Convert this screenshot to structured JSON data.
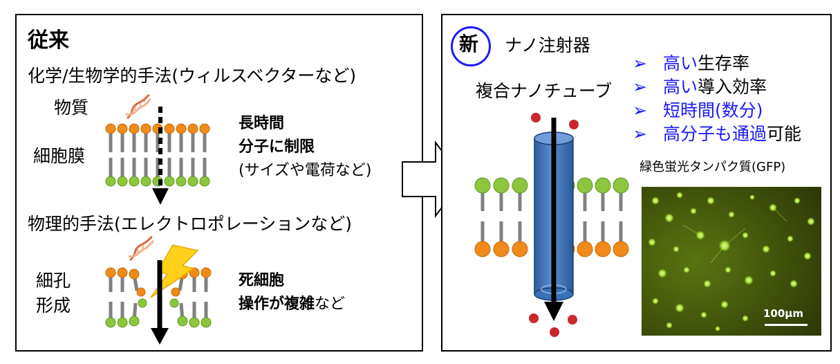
{
  "left": {
    "title": "従来",
    "chemical_method": "化学/生物学的手法(ウィルスベクターなど)",
    "substance_label": "物質",
    "membrane_label": "細胞膜",
    "chem_notes": {
      "line1": "長時間",
      "line2_bold": "分子に制限",
      "line3": "(サイズや電荷など)"
    },
    "physical_method": "物理的手法(エレクトロポレーションなど)",
    "pore_label_1": "細孔",
    "pore_label_2": "形成",
    "phys_notes": {
      "line1": "死細胞",
      "line2_bold": "操作が複雑",
      "line2_rest": "など"
    }
  },
  "right": {
    "badge": "新",
    "title": "ナノ注射器",
    "tube_label": "複合ナノチューブ",
    "bullets": [
      {
        "blue": "高い",
        "black": "生存率"
      },
      {
        "blue": "高い",
        "black": "導入効率"
      },
      {
        "blue": "短時間(数分)",
        "black": ""
      },
      {
        "blue": "高分子も通過",
        "black": "可能"
      }
    ],
    "image_caption": "緑色蛍光タンパク質(GFP)",
    "scale_bar": "100μm"
  },
  "colors": {
    "arrow_blue": "#1a1aff",
    "lipid_orange": "#f08a1a",
    "lipid_green": "#8cc63f",
    "tube_blue": "#3a72b8",
    "molecule_red": "#c8282a"
  }
}
